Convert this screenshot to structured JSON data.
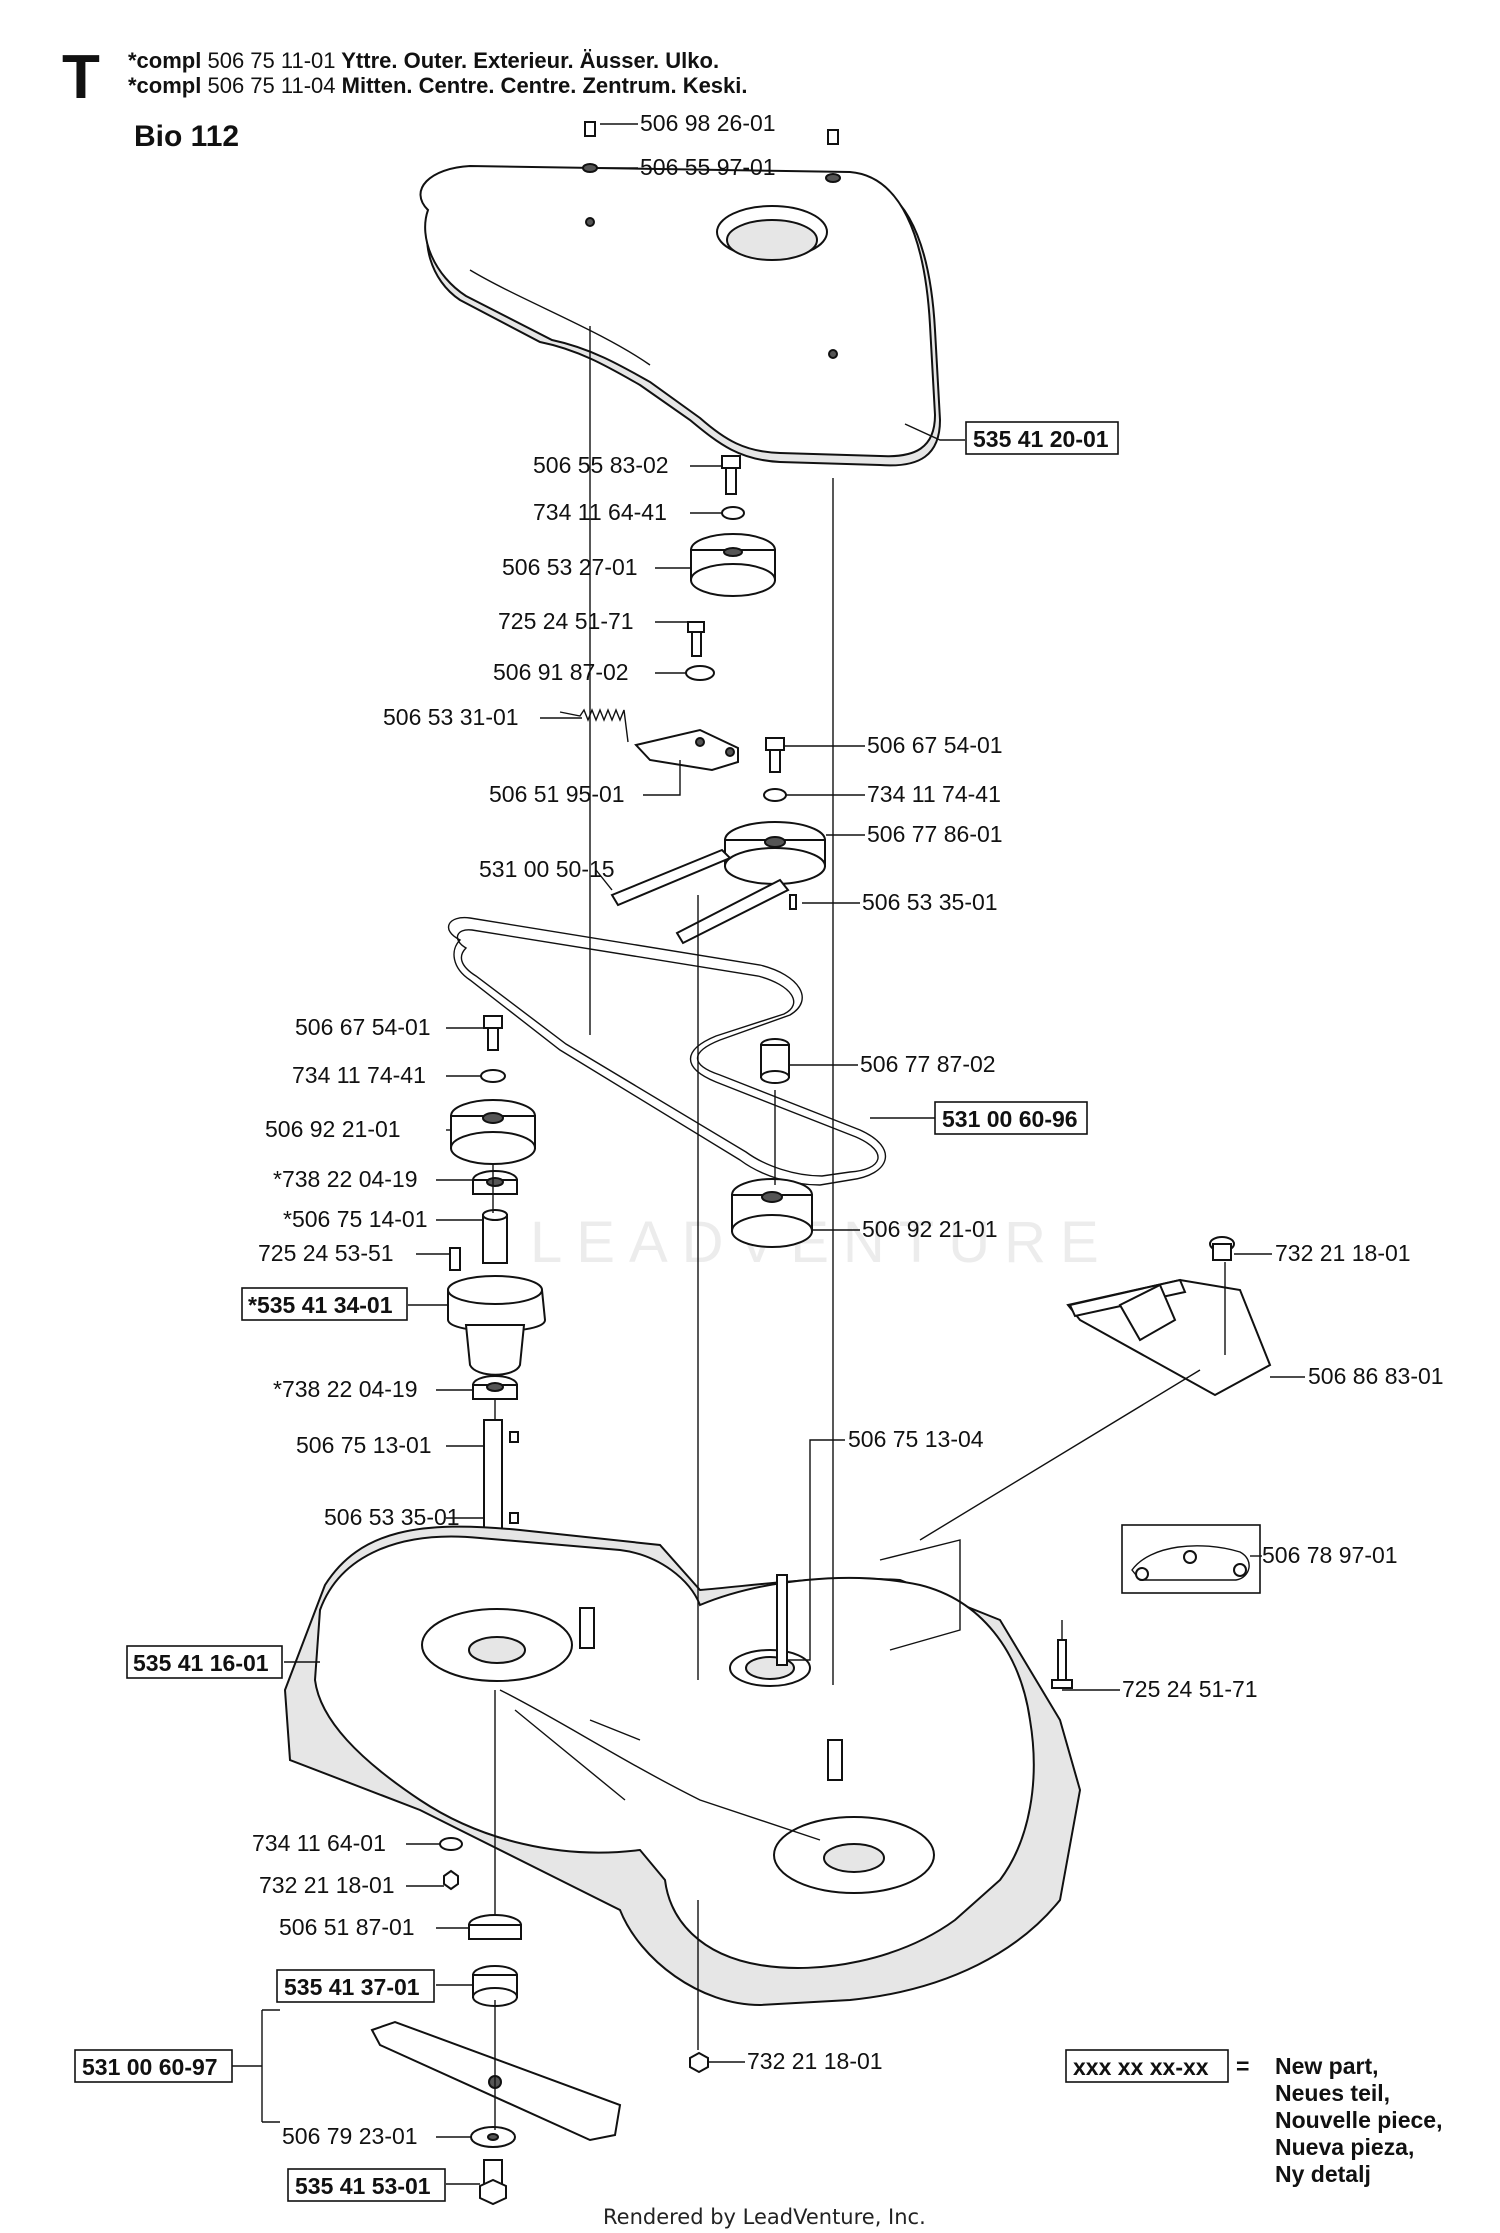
{
  "header": {
    "section_letter": "T",
    "lines": [
      {
        "prefix": "*compl",
        "number": "506 75 11-01",
        "desc": "Yttre. Outer. Exterieur. Äusser. Ulko."
      },
      {
        "prefix": "*compl",
        "number": "506 75 11-04",
        "desc": "Mitten. Centre. Centre. Zentrum. Keski."
      }
    ],
    "model": "Bio 112"
  },
  "labels": {
    "l1": "506 98 26-01",
    "l2": "506 55 97-01",
    "l3": "535 41 20-01",
    "l4": "506 55 83-02",
    "l5": "734 11 64-41",
    "l6": "506 53 27-01",
    "l7": "725 24 51-71",
    "l8": "506 91 87-02",
    "l9": "506 53 31-01",
    "l10": "506 67 54-01",
    "l11": "506 51 95-01",
    "l12": "734 11 74-41",
    "l13": "506 77 86-01",
    "l14": "531 00 50-15",
    "l15": "506 53 35-01",
    "l16": "506 67 54-01",
    "l17": "506 77 87-02",
    "l18": "734 11 74-41",
    "l19": "506 92 21-01",
    "l20": "531 00 60-96",
    "l21": "*738 22 04-19",
    "l22": "*506 75 14-01",
    "l23": "506 92 21-01",
    "l24": "725 24 53-51",
    "l25": "732 21 18-01",
    "l26": "*535 41 34-01",
    "l27": "*738 22 04-19",
    "l28": "506 86 83-01",
    "l29": "506 75 13-01",
    "l30": "506 75 13-04",
    "l31": "506 53 35-01",
    "l32": "506 78 97-01",
    "l33": "535 41 16-01",
    "l34": "725 24 51-71",
    "l35": "734 11 64-01",
    "l36": "732 21 18-01",
    "l37": "506 51 87-01",
    "l38": "535 41 37-01",
    "l39": "531 00 60-97",
    "l40": "732 21 18-01",
    "l41": "506 79 23-01",
    "l42": "535 41 53-01"
  },
  "legend": {
    "sample": "xxx xx xx-xx",
    "equals": "=",
    "lines": [
      "New part,",
      "Neues teil,",
      "Nouvelle piece,",
      "Nueva pieza,",
      "Ny detalj"
    ]
  },
  "watermark": "LEADVENTURE",
  "footer": "Rendered by LeadVenture, Inc."
}
